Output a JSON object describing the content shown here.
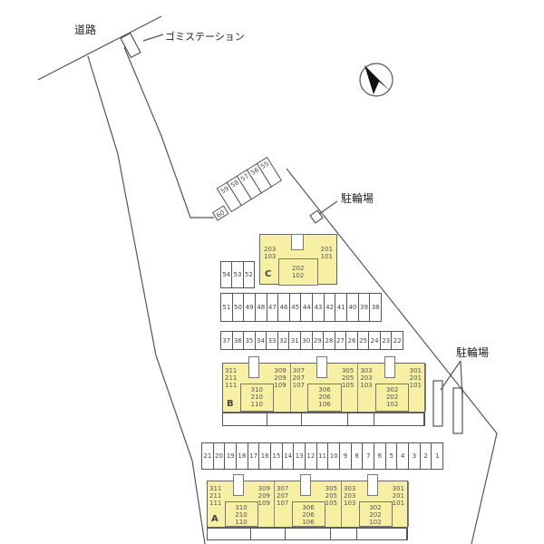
{
  "labels": {
    "road": "道路",
    "garbage_station": "ゴミステーション",
    "bicycle_parking_top": "駐輪場",
    "bicycle_parking_right": "駐輪場"
  },
  "parking": {
    "diagonal": [
      "60",
      "59",
      "58",
      "57",
      "56",
      "55"
    ],
    "row_c": [
      "54",
      "53",
      "52"
    ],
    "row_51_38": [
      "51",
      "50",
      "49",
      "48",
      "47",
      "46",
      "45",
      "44",
      "43",
      "42",
      "41",
      "40",
      "39",
      "38"
    ],
    "row_37_22": [
      "37",
      "36",
      "35",
      "34",
      "33",
      "32",
      "31",
      "30",
      "29",
      "28",
      "27",
      "26",
      "25",
      "24",
      "23",
      "22"
    ],
    "row_21_1": [
      "21",
      "20",
      "19",
      "18",
      "17",
      "16",
      "15",
      "14",
      "13",
      "12",
      "11",
      "10",
      "9",
      "8",
      "7",
      "6",
      "5",
      "4",
      "3",
      "2",
      "1"
    ]
  },
  "buildings": {
    "C": {
      "name": "C",
      "left": [
        "203",
        "103"
      ],
      "right": [
        "201",
        "101"
      ],
      "center": [
        "202",
        "102"
      ]
    },
    "B": {
      "name": "B",
      "sections": [
        {
          "left": [
            "311",
            "211",
            "111"
          ],
          "right": [
            "309",
            "209",
            "109"
          ],
          "center": [
            "310",
            "210",
            "110"
          ]
        },
        {
          "left": [
            "307",
            "207",
            "107"
          ],
          "right": [
            "305",
            "205",
            "105"
          ],
          "center": [
            "306",
            "206",
            "106"
          ]
        },
        {
          "left": [
            "303",
            "203",
            "103"
          ],
          "right": [
            "301",
            "201",
            "101"
          ],
          "center": [
            "302",
            "202",
            "102"
          ]
        }
      ]
    },
    "A": {
      "name": "A",
      "sections": [
        {
          "left": [
            "311",
            "211",
            "111"
          ],
          "right": [
            "309",
            "209",
            "109"
          ],
          "center": [
            "310",
            "210",
            "110"
          ]
        },
        {
          "left": [
            "307",
            "207",
            "107"
          ],
          "right": [
            "305",
            "205",
            "105"
          ],
          "center": [
            "306",
            "206",
            "106"
          ]
        },
        {
          "left": [
            "303",
            "203",
            "103"
          ],
          "right": [
            "301",
            "201",
            "101"
          ],
          "center": [
            "302",
            "202",
            "102"
          ]
        }
      ]
    }
  },
  "colors": {
    "building": "#f7f0a4",
    "line": "#555555"
  }
}
